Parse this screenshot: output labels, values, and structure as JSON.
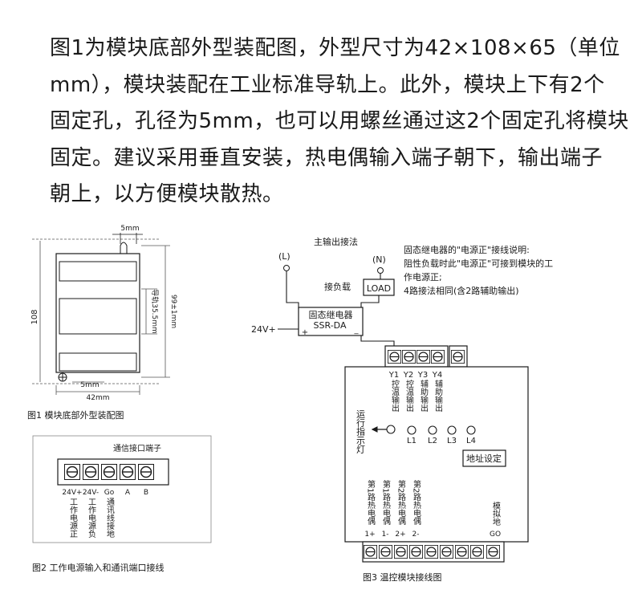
{
  "intro": {
    "lines": [
      "图1为模块底部外型装配图，外型尺寸为42×108×65（单位",
      "mm），模块装配在工业标准导轨上。此外，模块上下有2个",
      "固定孔，孔径为5mm，也可以用螺丝通过这2个固定孔将模块",
      "固定。建议采用垂直安装，热电偶输入端子朝下，输出端子",
      "朝上，以方便模块散热。"
    ]
  },
  "fig1": {
    "caption": "图1 模块底部外型装配图",
    "dim_top": "5mm",
    "dim_height": "108",
    "dim_rail": "导轨35.5mm",
    "dim_hole_span": "99±1mm",
    "dim_bottom_hole": "5mm",
    "dim_width": "42mm"
  },
  "fig2": {
    "caption": "图2 工作电源输入和通讯端口接线",
    "title": "通信接口端子",
    "terminal_labels": [
      "24V+",
      "24V-",
      "Go",
      "A",
      "B"
    ],
    "terminal_desc": [
      "工作电源正",
      "工作电源负",
      "通讯线接地"
    ]
  },
  "fig3": {
    "caption": "图3 温控模块接线图",
    "output_title": "主输出接法",
    "L": "(L)",
    "N": "(N)",
    "load_conn": "接负载",
    "load_box": "LOAD",
    "ssr_line1": "固态继电器",
    "ssr_line2": "SSR-DA",
    "ssr_plus": "+",
    "ssr_minus": "_",
    "v24": "24V+",
    "note": [
      "固态继电器的\"电源正\"接线说明:",
      "阻性负载时此\"电源正\"可接到模块的工",
      "作电源正;",
      "4路接法相同(含2路辅助输出)"
    ],
    "top_terminals": [
      {
        "id": "Y1",
        "desc": "控温输出"
      },
      {
        "id": "Y2",
        "desc": "控温输出"
      },
      {
        "id": "Y3",
        "desc": "辅助输出"
      },
      {
        "id": "Y4",
        "desc": "辅助输出"
      }
    ],
    "run_indicator": "运行指示灯",
    "leds": [
      "L1",
      "L2",
      "L3",
      "L4"
    ],
    "address_btn": "地址设定",
    "bottom_channels": [
      {
        "desc": "第1路热电偶",
        "pin": "1+"
      },
      {
        "desc": "第1路热电偶",
        "pin": "1-"
      },
      {
        "desc": "第2路热电偶",
        "pin": "2+"
      },
      {
        "desc": "第2路热电偶",
        "pin": "2-"
      }
    ],
    "analog_ground": "模拟地",
    "go": "GO"
  }
}
